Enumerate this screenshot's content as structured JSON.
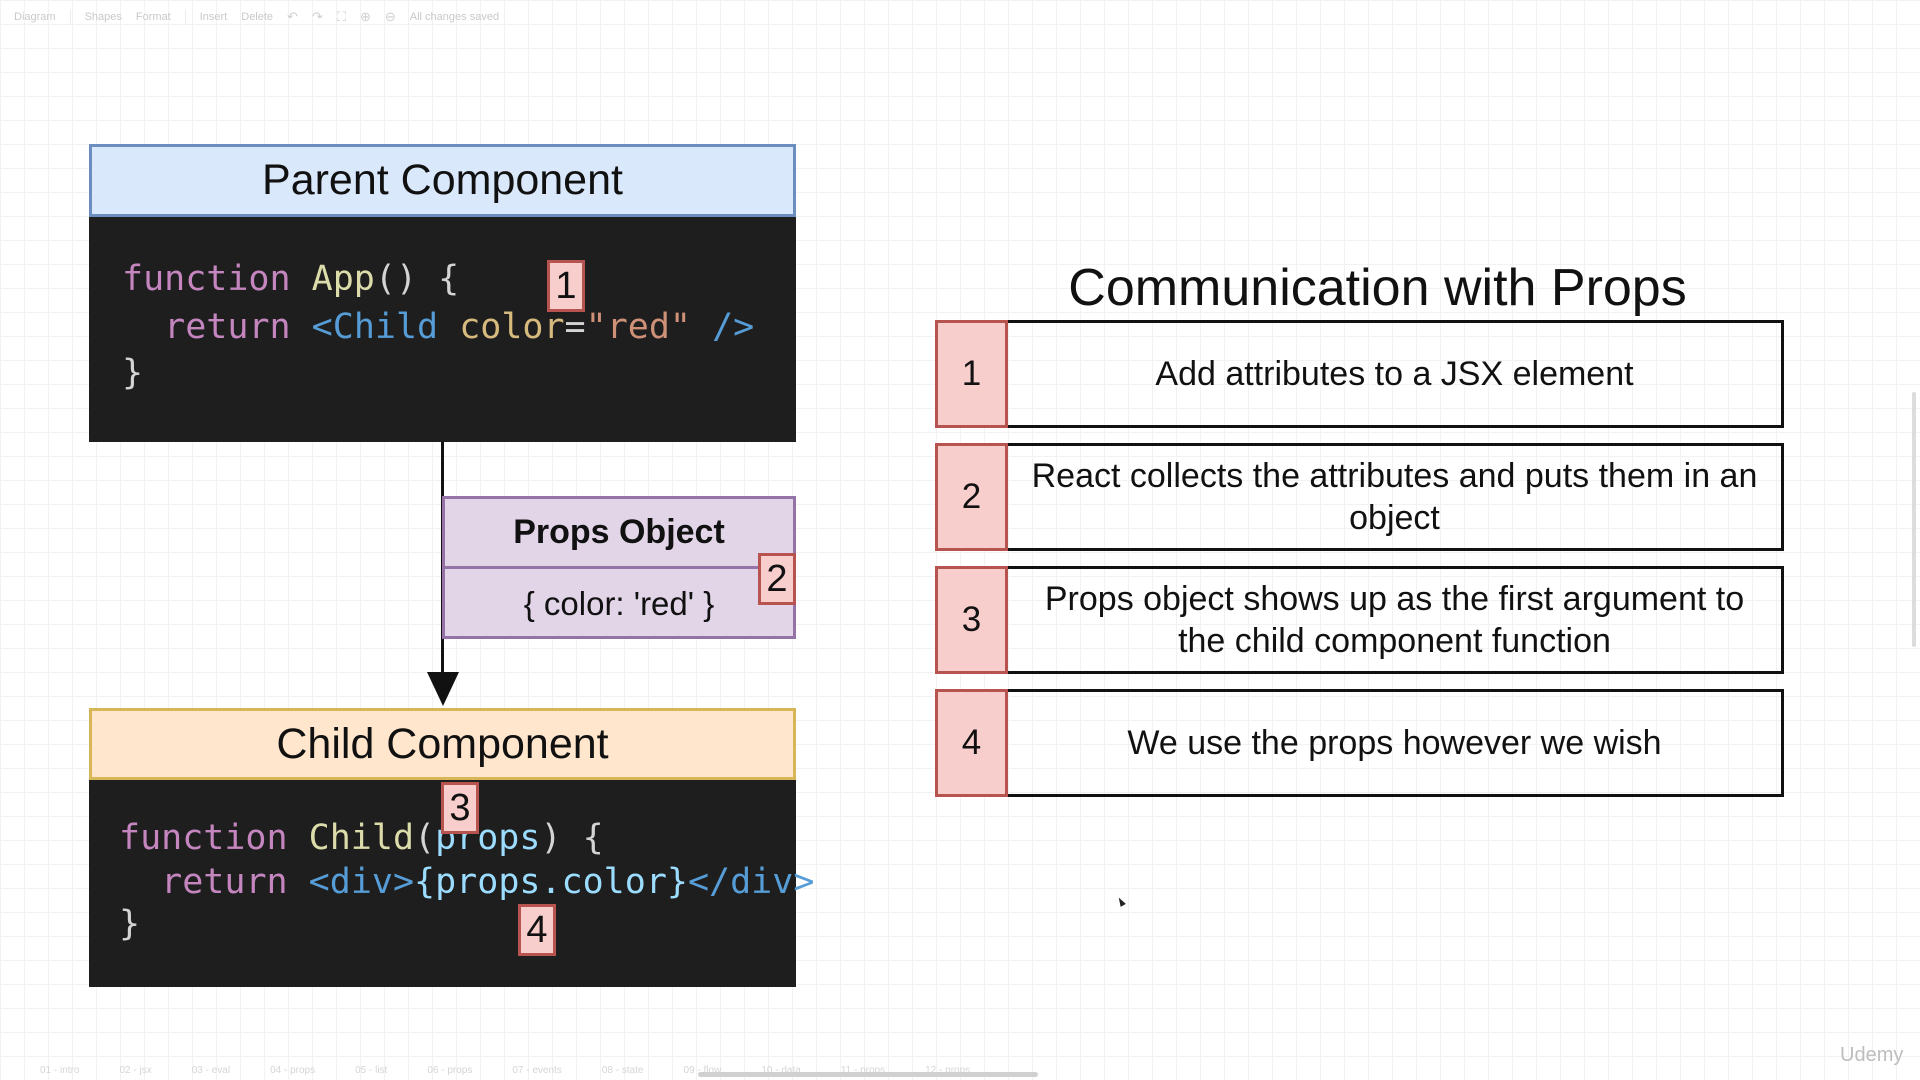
{
  "toolbar": {
    "diagram_menu": "Diagram",
    "shapes": "Shapes",
    "format": "Format",
    "insert": "Insert",
    "delete": "Delete",
    "status": "All changes saved"
  },
  "parent": {
    "header": "Parent Component",
    "code": {
      "l1_kw": "function",
      "l1_fn": "App",
      "l1_rest": "() {",
      "l2_kw": "return",
      "l2_tag_open": "<Child",
      "l2_attr": "color",
      "l2_eq": "=",
      "l2_str": "\"red\"",
      "l2_tag_close": "/>",
      "l3": "}"
    }
  },
  "props": {
    "title": "Props Object",
    "body": "{ color: 'red' }"
  },
  "child": {
    "header": "Child Component",
    "code": {
      "l1_kw": "function",
      "l1_fn": "Child",
      "l1_paren_open": "(",
      "l1_param": "props",
      "l1_rest": ") {",
      "l2_kw": "return",
      "l2_tag_open": "<div>",
      "l2_expr": "{props.color}",
      "l2_tag_close": "</div>",
      "l3": "}"
    }
  },
  "badges": {
    "b1": "1",
    "b2": "2",
    "b3": "3",
    "b4": "4"
  },
  "steps": {
    "title": "Communication with Props",
    "items": [
      {
        "num": "1",
        "text": "Add attributes to a JSX element"
      },
      {
        "num": "2",
        "text": "React collects the attributes and puts them in an object"
      },
      {
        "num": "3",
        "text": "Props object shows up as the first argument to the child component function"
      },
      {
        "num": "4",
        "text": "We use the props however we wish"
      }
    ]
  },
  "bottom_tabs": [
    "01 - intro",
    "02 - jsx",
    "03 - eval",
    "04 - props",
    "05 - list",
    "06 - props",
    "07 - events",
    "08 - state",
    "09 - flow",
    "10 - data",
    "11 - props",
    "12 - props"
  ],
  "watermark": "Udemy",
  "colors": {
    "parent_fill": "#dae8fc",
    "parent_stroke": "#6c8ebf",
    "child_fill": "#ffe6cc",
    "child_stroke": "#d6b656",
    "props_fill": "#e1d5e7",
    "props_stroke": "#9673a6",
    "badge_fill": "#f8cecc",
    "badge_stroke": "#b85450",
    "code_bg": "#1e1e1e"
  }
}
